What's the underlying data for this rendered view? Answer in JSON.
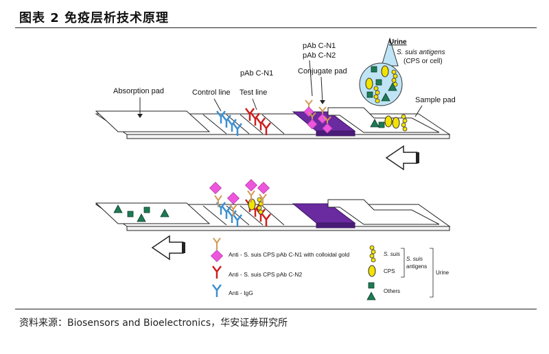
{
  "figure": {
    "title": "图表 2   免疫层析技术原理",
    "source": "资料来源：Biosensors and Bioelectronics，华安证券研究所"
  },
  "labels": {
    "absorption_pad": "Absorption pad",
    "control_line": "Control line",
    "test_line": "Test line",
    "pab_cn1_test": "pAb C-N1",
    "pab_cn1_conj": "pAb C-N1",
    "pab_cn2": "pAb C-N2",
    "conjugate_pad": "Conjugate pad",
    "sample_pad": "Sample pad",
    "urine": "Urine",
    "ssuis_antigens": "S. suis antigens",
    "cps_or_cell": "(CPS or cell)"
  },
  "legend": {
    "item1": "Anti - S. suis CPS pAb C-N1 with colloidal gold",
    "item2": "Anti - S. suis CPS pAb C-N2",
    "item3": "Anti - IgG",
    "ssuis": "S. suis",
    "cps": "CPS",
    "others": "Others",
    "ssuis_antigens_1": "S. suis",
    "ssuis_antigens_2": "antigens",
    "urine": "Urine"
  },
  "colors": {
    "conjugate_pad": "#6a2aa0",
    "gold_conjugate": "#ee55dd",
    "cn2_red": "#cc1f1f",
    "igg_blue": "#3b8fd0",
    "bubble": "#bfe4f5",
    "antigen_green": "#1e7a55",
    "cps_yellow": "#f2e200"
  }
}
